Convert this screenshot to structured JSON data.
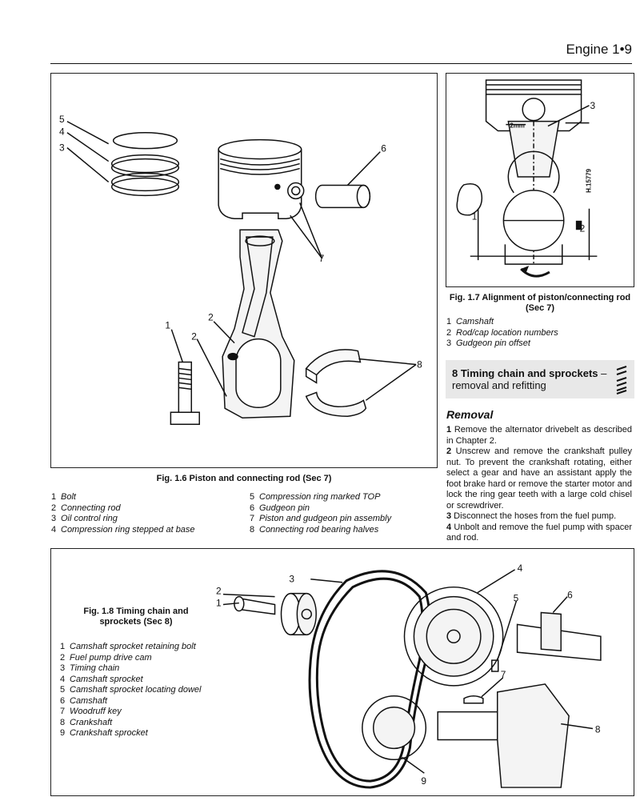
{
  "header": {
    "title": "Engine 1•9"
  },
  "fig16": {
    "caption": "Fig. 1.6 Piston and connecting rod (Sec 7)",
    "callouts": [
      "5",
      "4",
      "3",
      "6",
      "7",
      "1",
      "2",
      "2",
      "8"
    ],
    "legend_left": [
      {
        "num": "1",
        "text": "Bolt"
      },
      {
        "num": "2",
        "text": "Connecting rod"
      },
      {
        "num": "3",
        "text": "Oil control ring"
      },
      {
        "num": "4",
        "text": "Compression ring stepped at base"
      }
    ],
    "legend_right": [
      {
        "num": "5",
        "text": "Compression ring marked TOP"
      },
      {
        "num": "6",
        "text": "Gudgeon pin"
      },
      {
        "num": "7",
        "text": "Piston and gudgeon pin assembly"
      },
      {
        "num": "8",
        "text": "Connecting rod bearing halves"
      }
    ]
  },
  "fig17": {
    "caption": "Fig. 1.7 Alignment of piston/connecting rod (Sec 7)",
    "dimension_label": "2mm",
    "drawing_ref": "H.15779",
    "callouts": [
      "3",
      "1",
      "2"
    ],
    "legend": [
      {
        "num": "1",
        "text": "Camshaft"
      },
      {
        "num": "2",
        "text": "Rod/cap location numbers"
      },
      {
        "num": "3",
        "text": "Gudgeon pin offset"
      }
    ]
  },
  "section": {
    "title_bold": "8 Timing chain and sprockets",
    "title_rest": " – removal and refitting",
    "icon": "spanner-difficulty-icon"
  },
  "removal": {
    "heading": "Removal",
    "paragraphs": [
      {
        "num": "1",
        "text": " Remove the alternator drivebelt as described in Chapter 2."
      },
      {
        "num": "2",
        "text": " Unscrew and remove the crankshaft pulley nut. To prevent the crankshaft rotating, either select a gear and have an assistant apply the foot brake hard or remove the starter motor and lock the ring gear teeth with a large cold chisel or screwdriver."
      },
      {
        "num": "3",
        "text": " Disconnect the hoses from the fuel pump."
      },
      {
        "num": "4",
        "text": " Unbolt and remove the fuel pump with spacer and rod."
      }
    ]
  },
  "fig18": {
    "caption": "Fig. 1.8 Timing chain and sprockets (Sec 8)",
    "callouts": [
      "2",
      "1",
      "3",
      "4",
      "5",
      "6",
      "7",
      "8",
      "9"
    ],
    "legend": [
      {
        "num": "1",
        "text": "Camshaft sprocket retaining bolt"
      },
      {
        "num": "2",
        "text": "Fuel pump drive cam"
      },
      {
        "num": "3",
        "text": "Timing chain"
      },
      {
        "num": "4",
        "text": "Camshaft sprocket"
      },
      {
        "num": "5",
        "text": "Camshaft sprocket locating dowel"
      },
      {
        "num": "6",
        "text": "Camshaft"
      },
      {
        "num": "7",
        "text": "Woodruff key"
      },
      {
        "num": "8",
        "text": "Crankshaft"
      },
      {
        "num": "9",
        "text": "Crankshaft sprocket"
      }
    ]
  }
}
